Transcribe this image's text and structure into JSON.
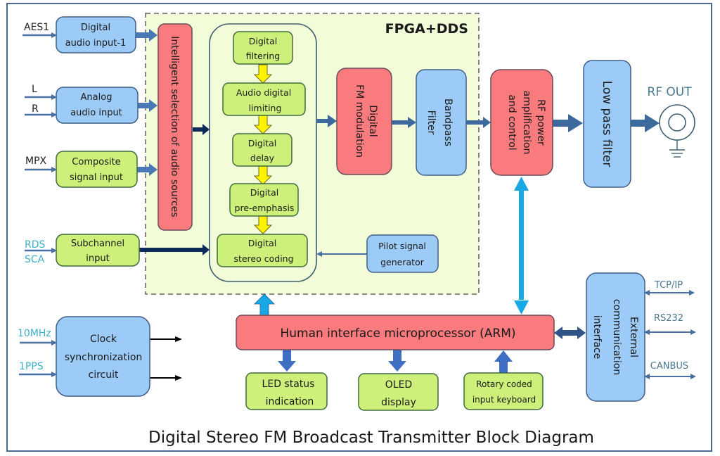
{
  "title": "Digital Stereo FM Broadcast Transmitter Block Diagram",
  "colors": {
    "blue_block": "#9dcbf7",
    "blue_border": "#3f5f86",
    "green_block": "#ccf07a",
    "green_border": "#3f6b3f",
    "red_block": "#f97b7d",
    "red_border": "#6a4a5a",
    "fpga_fill": "#f3fcd9",
    "arrow_dark": "#3d6a9c",
    "arrow_navy": "#0d2a5a",
    "arrow_cyan": "#19a8e6",
    "arrow_yellow": "#fff200",
    "arrow_royal": "#3f6fc2",
    "label_cyan": "#3fb0c8",
    "label_steel": "#4a7890"
  },
  "fpga": {
    "label": "FPGA+DDS"
  },
  "inputs": {
    "aes1": "AES1",
    "l": "L",
    "r": "R",
    "mpx": "MPX",
    "rds": "RDS",
    "sca": "SCA",
    "clk10": "10MHz",
    "pps": "1PPS"
  },
  "blocks": {
    "digital_audio_input": [
      "Digital",
      "audio input-1"
    ],
    "analog_audio_input": [
      "Analog",
      "audio input"
    ],
    "composite_signal_input": [
      "Composite",
      "signal input"
    ],
    "subchannel_input": [
      "Subchannel",
      "input"
    ],
    "intelligent_selection": "Intelligent selection of audio sources",
    "digital_filtering": [
      "Digital",
      "filtering"
    ],
    "audio_digital_limiting": [
      "Audio digital",
      "limiting"
    ],
    "digital_delay": [
      "Digital",
      "delay"
    ],
    "digital_pre_emphasis": [
      "Digital",
      "pre-emphasis"
    ],
    "digital_stereo_coding": [
      "Digital",
      "stereo coding"
    ],
    "pilot_signal_generator": [
      "Pilot signal",
      "generator"
    ],
    "digital_fm_modulation": [
      "Digital",
      "FM modulation"
    ],
    "bandpass_filter": [
      "Bandpass",
      "Filter"
    ],
    "rf_power": [
      "RF power",
      "amplification",
      "and control"
    ],
    "low_pass_filter": "Low pass filter",
    "clock_sync": [
      "Clock",
      "synchronization",
      "circuit"
    ],
    "arm": "Human interface microprocessor (ARM)",
    "led_status": [
      "LED status",
      "indication"
    ],
    "oled_display": [
      "OLED",
      "display"
    ],
    "rotary_keyboard": [
      "Rotary coded",
      "input keyboard"
    ],
    "external_comm": [
      "External",
      "communication",
      "interface"
    ]
  },
  "outputs": {
    "rf_out": "RF OUT",
    "tcp_ip": "TCP/IP",
    "rs232": "RS232",
    "canbus": "CANBUS"
  }
}
